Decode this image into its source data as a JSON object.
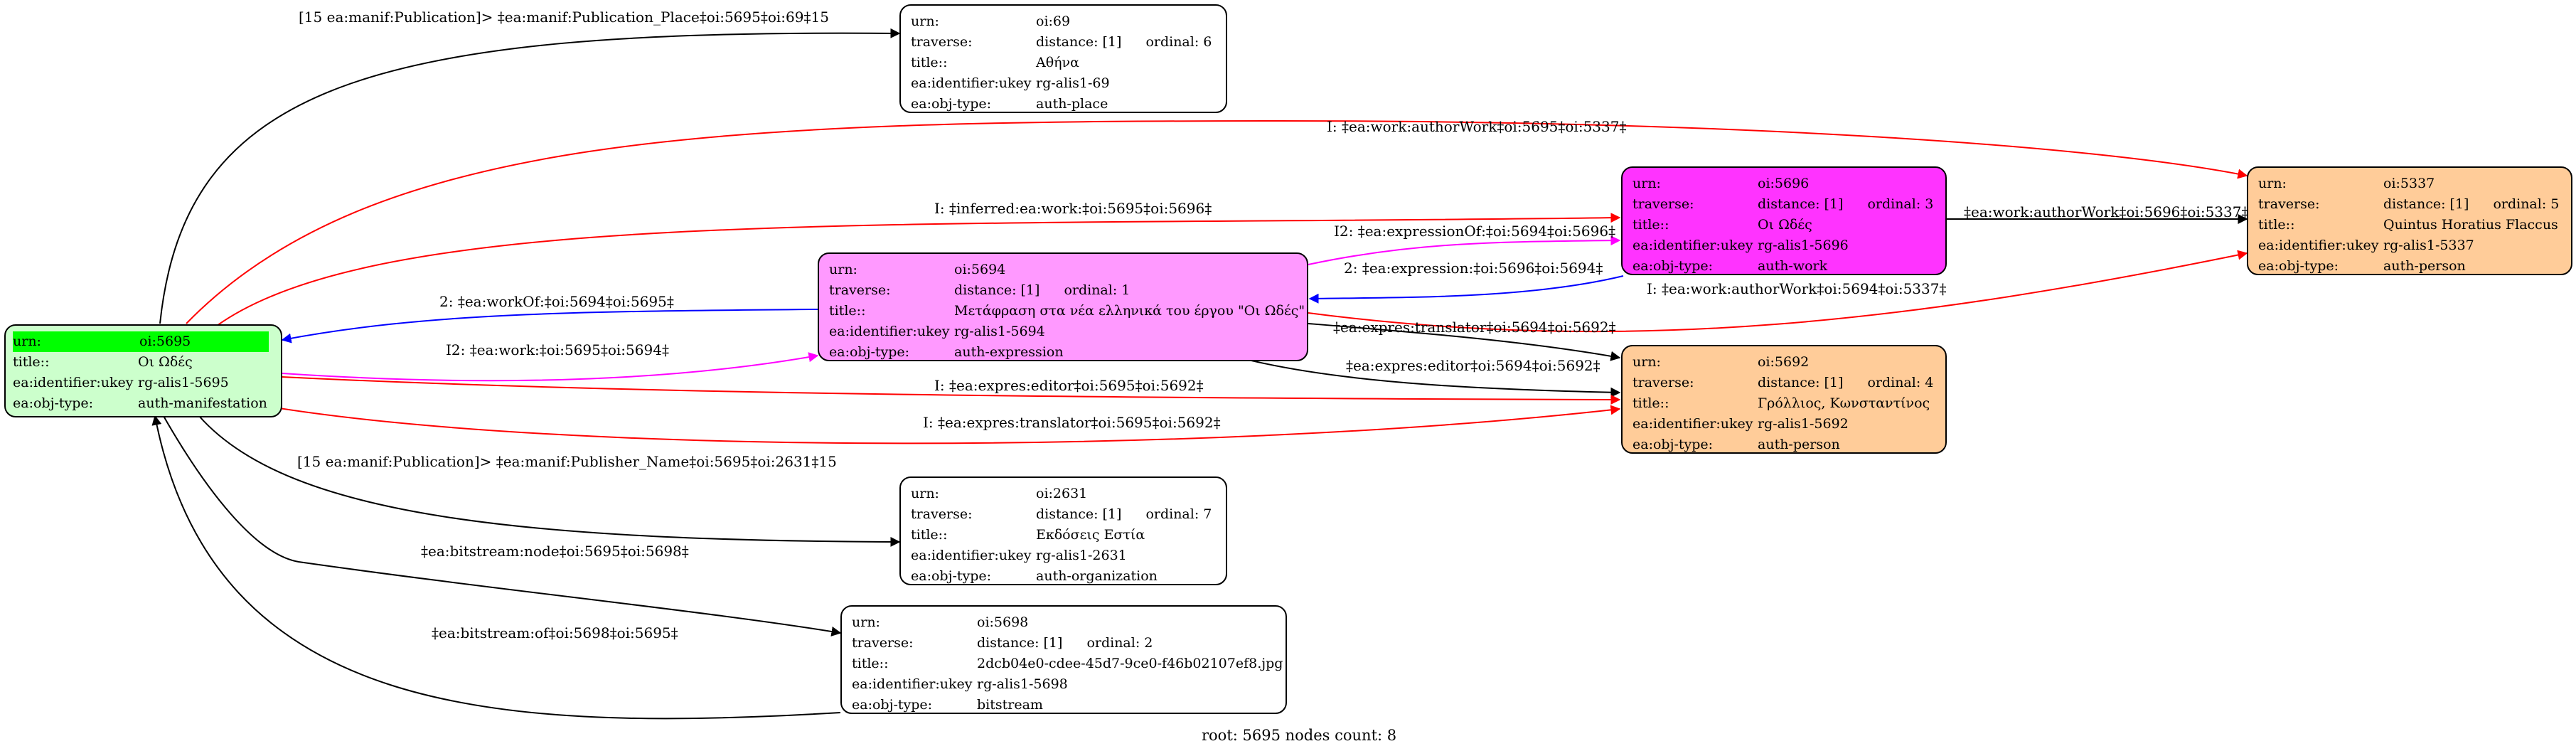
{
  "nodes": {
    "n5695": {
      "urn_key": "urn:",
      "urn": "oi:5695",
      "title_key": "title::",
      "title": "Οι Ωδές",
      "ukey_key": "ea:identifier:ukey",
      "ukey": "rg-alis1-5695",
      "type_key": "ea:obj-type:",
      "type": "auth-manifestation",
      "fill": "#ccffcc"
    },
    "n69": {
      "urn_key": "urn:",
      "urn": "oi:69",
      "traverse_key": "traverse:",
      "distance": "distance: [1]",
      "ordinal": "ordinal: 6",
      "title_key": "title::",
      "title": "Αθήνα",
      "ukey_key": "ea:identifier:ukey",
      "ukey": "rg-alis1-69",
      "type_key": "ea:obj-type:",
      "type": "auth-place",
      "fill": "#ffffff"
    },
    "n5694": {
      "urn_key": "urn:",
      "urn": "oi:5694",
      "traverse_key": "traverse:",
      "distance": "distance: [1]",
      "ordinal": "ordinal: 1",
      "title_key": "title::",
      "title": "Μετάφραση στα νέα ελληνικά του έργου \"Οι Ωδές\"",
      "ukey_key": "ea:identifier:ukey",
      "ukey": "rg-alis1-5694",
      "type_key": "ea:obj-type:",
      "type": "auth-expression",
      "fill": "#ff99ff"
    },
    "n5696": {
      "urn_key": "urn:",
      "urn": "oi:5696",
      "traverse_key": "traverse:",
      "distance": "distance: [1]",
      "ordinal": "ordinal: 3",
      "title_key": "title::",
      "title": "Οι Ωδές",
      "ukey_key": "ea:identifier:ukey",
      "ukey": "rg-alis1-5696",
      "type_key": "ea:obj-type:",
      "type": "auth-work",
      "fill": "#ff33ff"
    },
    "n5337": {
      "urn_key": "urn:",
      "urn": "oi:5337",
      "traverse_key": "traverse:",
      "distance": "distance: [1]",
      "ordinal": "ordinal: 5",
      "title_key": "title::",
      "title": "Quintus Horatius Flaccus",
      "ukey_key": "ea:identifier:ukey",
      "ukey": "rg-alis1-5337",
      "type_key": "ea:obj-type:",
      "type": "auth-person",
      "fill": "#ffcc99"
    },
    "n5692": {
      "urn_key": "urn:",
      "urn": "oi:5692",
      "traverse_key": "traverse:",
      "distance": "distance: [1]",
      "ordinal": "ordinal: 4",
      "title_key": "title::",
      "title": "Γρόλλιος, Κωνσταντίνος",
      "ukey_key": "ea:identifier:ukey",
      "ukey": "rg-alis1-5692",
      "type_key": "ea:obj-type:",
      "type": "auth-person",
      "fill": "#ffcc99"
    },
    "n2631": {
      "urn_key": "urn:",
      "urn": "oi:2631",
      "traverse_key": "traverse:",
      "distance": "distance: [1]",
      "ordinal": "ordinal: 7",
      "title_key": "title::",
      "title": "Εκδόσεις Εστία",
      "ukey_key": "ea:identifier:ukey",
      "ukey": "rg-alis1-2631",
      "type_key": "ea:obj-type:",
      "type": "auth-organization",
      "fill": "#ffffff"
    },
    "n5698": {
      "urn_key": "urn:",
      "urn": "oi:5698",
      "traverse_key": "traverse:",
      "distance": "distance: [1]",
      "ordinal": "ordinal: 2",
      "title_key": "title::",
      "title": "2dcb04e0-cdee-45d7-9ce0-f46b02107ef8.jpg",
      "ukey_key": "ea:identifier:ukey",
      "ukey": "rg-alis1-5698",
      "type_key": "ea:obj-type:",
      "type": "bitstream",
      "fill": "#ffffff"
    }
  },
  "edges": {
    "e_place": "[15 ea:manif:Publication]> ‡ea:manif:Publication_Place‡oi:5695‡oi:69‡15",
    "e_author_top": "I: ‡ea:work:authorWork‡oi:5695‡oi:5337‡",
    "e_inferred": "I: ‡inferred:ea:work:‡oi:5695‡oi:5696‡",
    "e_expressionOf": "I2: ‡ea:expressionOf:‡oi:5694‡oi:5696‡",
    "e_work_author": "‡ea:work:authorWork‡oi:5696‡oi:5337‡",
    "e_expression": "2: ‡ea:expression:‡oi:5696‡oi:5694‡",
    "e_workOf": "2: ‡ea:workOf:‡oi:5694‡oi:5695‡",
    "e_author_mid": "I: ‡ea:work:authorWork‡oi:5694‡oi:5337‡",
    "e_translator_5694": "‡ea:expres:translator‡oi:5694‡oi:5692‡",
    "e_work": "I2: ‡ea:work:‡oi:5695‡oi:5694‡",
    "e_editor_5694": "‡ea:expres:editor‡oi:5694‡oi:5692‡",
    "e_editor_5695": "I: ‡ea:expres:editor‡oi:5695‡oi:5692‡",
    "e_translator_5695": "I: ‡ea:expres:translator‡oi:5695‡oi:5692‡",
    "e_publisher": "[15 ea:manif:Publication]> ‡ea:manif:Publisher_Name‡oi:5695‡oi:2631‡15",
    "e_bitnode": "‡ea:bitstream:node‡oi:5695‡oi:5698‡",
    "e_bitof": "‡ea:bitstream:of‡oi:5698‡oi:5695‡"
  },
  "footer": "root: 5695 nodes count: 8",
  "colors": {
    "black": "#000000",
    "red": "#ff0000",
    "blue": "#0000ff",
    "magenta": "#ff00ff",
    "highlight": "#00ff00"
  }
}
